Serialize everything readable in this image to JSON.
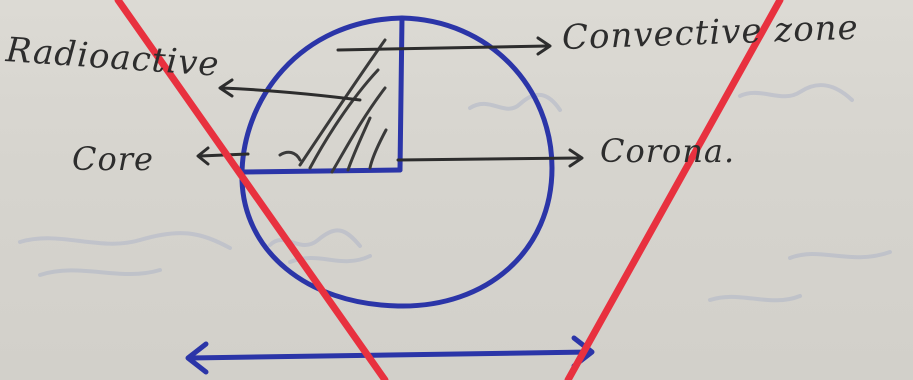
{
  "labels": {
    "radioactive": "Radioactive",
    "convective_zone": "Convective zone",
    "core": "Core",
    "corona": "Corona."
  },
  "colors": {
    "paper": "#d7d5cf",
    "ink_blue": "#2b35a8",
    "ink_black": "#2d2d2d",
    "cross_red": "#e8313f",
    "bleed_through": "#b9bdc9"
  }
}
